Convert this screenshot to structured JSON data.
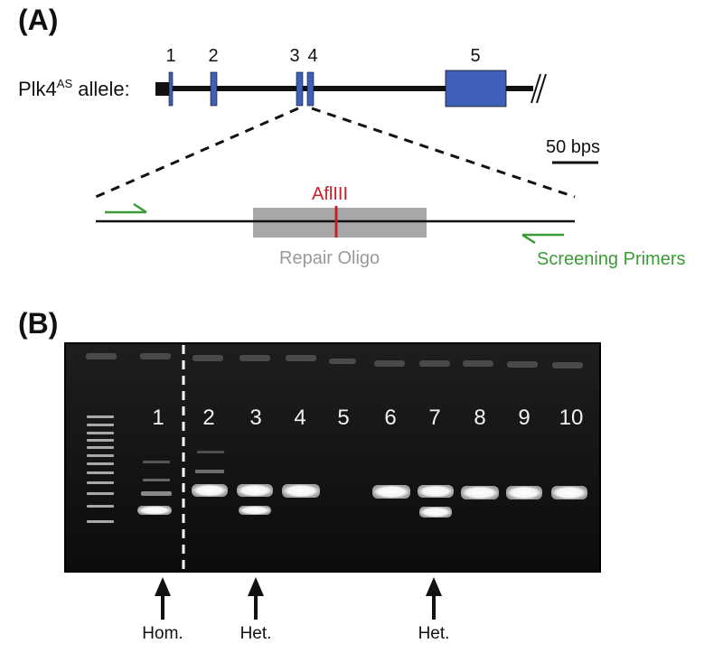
{
  "panel_a": {
    "letter": "(A)",
    "allele_label_main": "Plk4",
    "allele_label_sup": "AS",
    "allele_label_rest": " allele:",
    "exons": [
      "1",
      "2",
      "3",
      "4",
      "5"
    ],
    "scale_bar_label": "50 bps",
    "enzyme_site_label": "AflIII",
    "repair_oligo_label": "Repair Oligo",
    "primers_label": "Screening Primers",
    "colors": {
      "exon": "#3f5fb8",
      "enzyme_site": "#c8202a",
      "repair_oligo": "#a8a8a8",
      "primers": "#3c9a36"
    }
  },
  "panel_b": {
    "letter": "(B)",
    "lanes": [
      "1",
      "2",
      "3",
      "4",
      "5",
      "6",
      "7",
      "8",
      "9",
      "10"
    ],
    "genotype_labels": [
      "Hom.",
      "Het.",
      "Het."
    ]
  }
}
